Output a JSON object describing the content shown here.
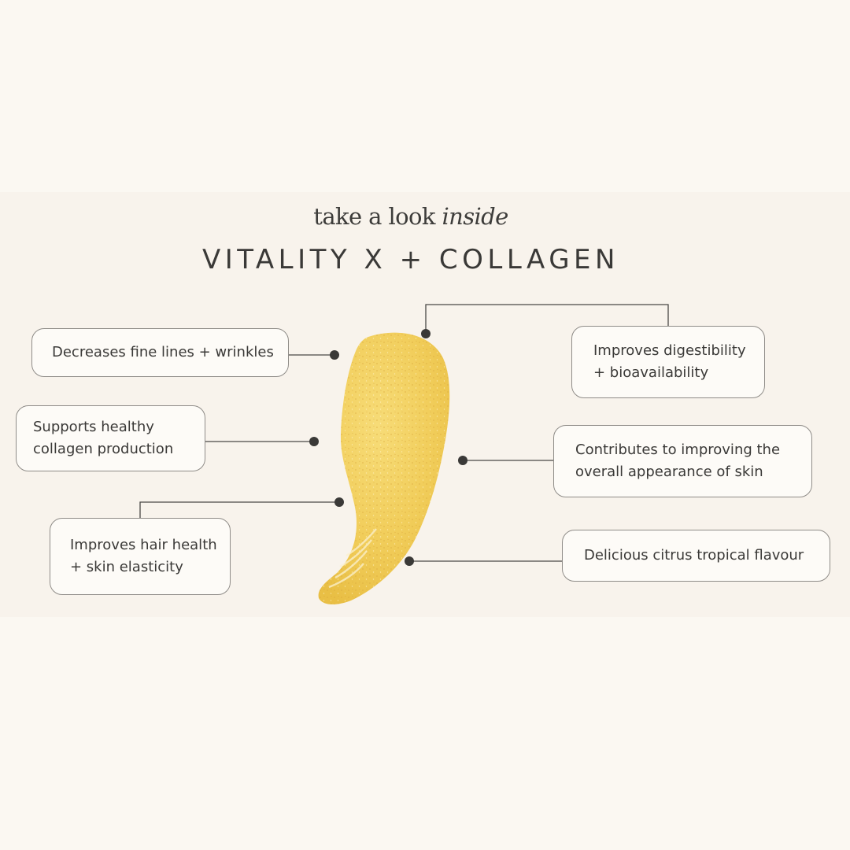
{
  "header": {
    "overline_regular": "take a look ",
    "overline_italic": "inside",
    "title": "VITALITY X + COLLAGEN"
  },
  "benefits": {
    "fine_lines": "Decreases fine lines + wrinkles",
    "collagen": "Supports healthy\ncollagen production",
    "hair": "Improves hair health\n+ skin elasticity",
    "digestibility": "Improves digestibility\n+ bioavailability",
    "appearance": "Contributes to improving the\noverall appearance of skin",
    "flavour": "Delicious citrus tropical flavour"
  },
  "colors": {
    "background": "#fbf8f2",
    "powder": "#f2cf5e",
    "line": "#3a3937"
  }
}
